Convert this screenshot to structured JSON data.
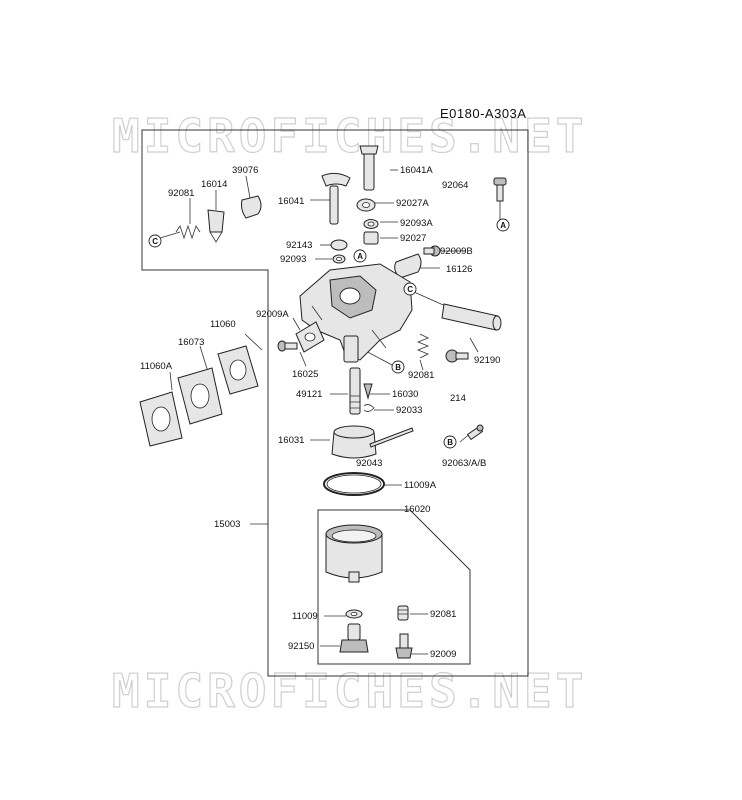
{
  "diagram_code": "E0180-A303A",
  "watermark": "MICROFICHES.NET",
  "callouts": [
    "A",
    "B",
    "C"
  ],
  "parts": [
    "16041A",
    "92064",
    "16041",
    "92027A",
    "92093A",
    "92027",
    "39076",
    "16014",
    "92081",
    "92143",
    "92093",
    "92009B",
    "16126",
    "92009A",
    "11060",
    "16073",
    "11060A",
    "16025",
    "92081",
    "92190",
    "49121",
    "16030",
    "214",
    "92033",
    "16031",
    "92043",
    "92063/A/B",
    "11009A",
    "15003",
    "16020",
    "11009",
    "92081",
    "92150",
    "92009"
  ]
}
